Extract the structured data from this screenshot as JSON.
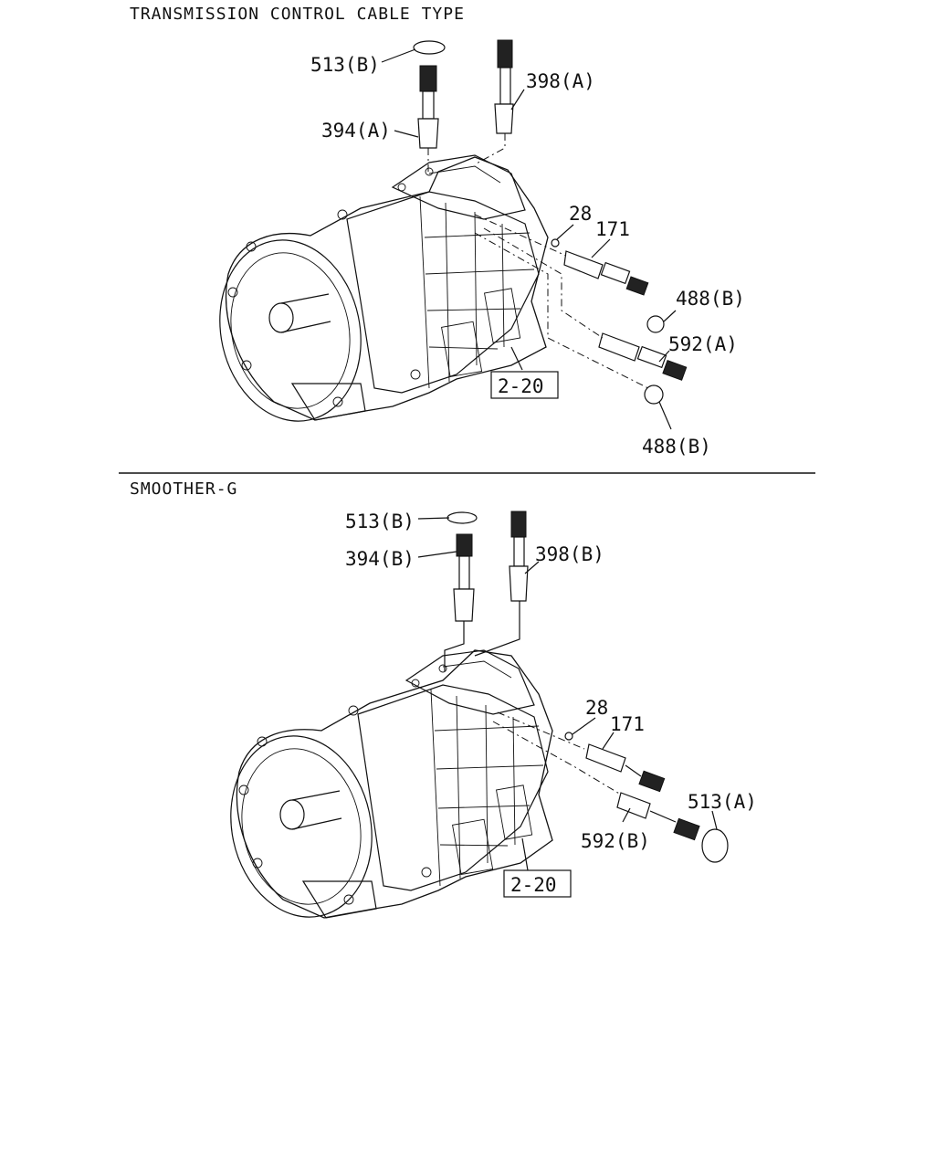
{
  "sections": [
    {
      "title": "TRANSMISSION CONTROL CABLE TYPE",
      "labels": {
        "l513b": "513(B)",
        "l394a": "394(A)",
        "l398a": "398(A)",
        "l28": "28",
        "l171": "171",
        "l488b_1": "488(B)",
        "l592a": "592(A)",
        "l488b_2": "488(B)",
        "ref": "2-20"
      }
    },
    {
      "title": "SMOOTHER-G",
      "labels": {
        "l513b": "513(B)",
        "l394b": "394(B)",
        "l398b": "398(B)",
        "l28": "28",
        "l171": "171",
        "l513a": "513(A)",
        "l592b": "592(B)",
        "ref": "2-20"
      }
    }
  ]
}
